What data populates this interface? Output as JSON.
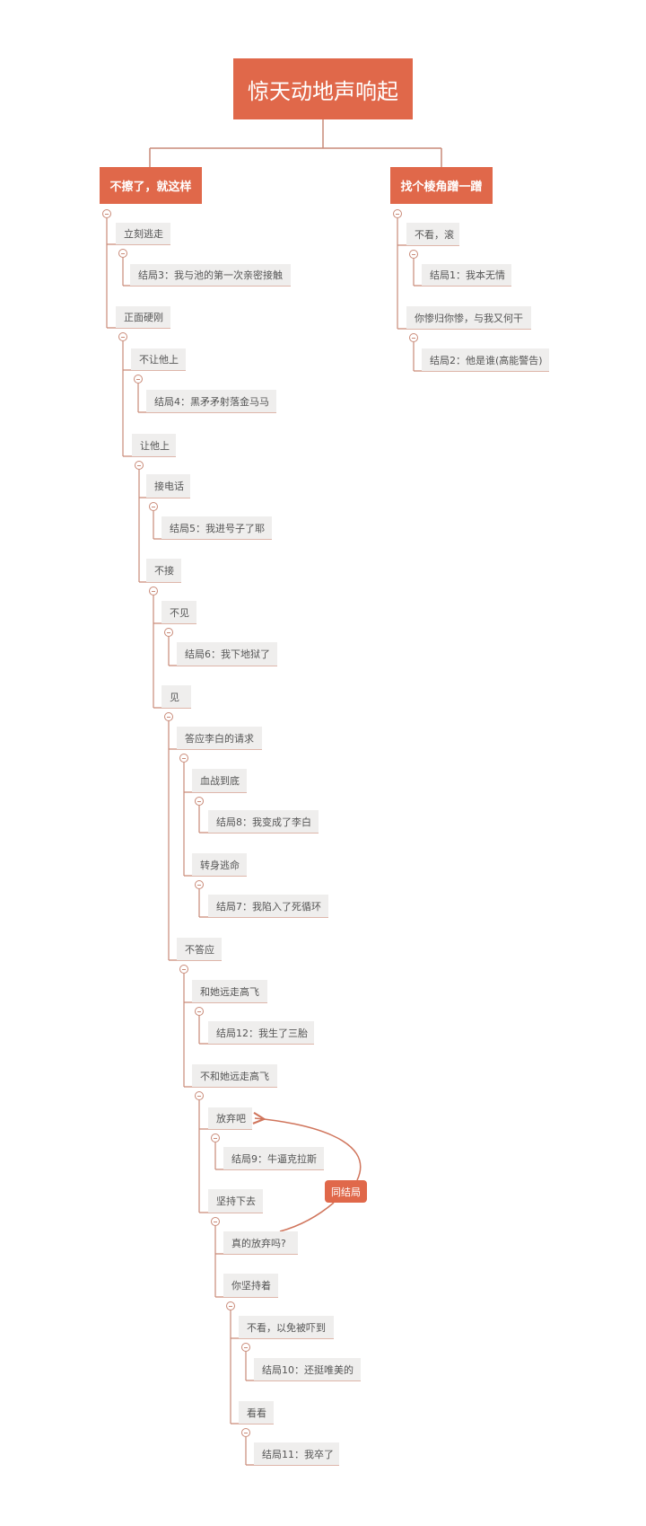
{
  "root": "惊天动地声响起",
  "left_branch": {
    "label": "不擦了，就这样",
    "nodes": [
      "立刻逃走",
      "结局3：我与池的第一次亲密接触",
      "正面硬刚",
      "不让他上",
      "结局4：黑矛矛射落金马马",
      "让他上",
      "接电话",
      "结局5：我进号子了耶",
      "不接",
      "不见",
      "结局6：我下地狱了",
      "见",
      "答应李白的请求",
      "血战到底",
      "结局8：我变成了李白",
      "转身逃命",
      "结局7：我陷入了死循环",
      "不答应",
      "和她远走高飞",
      "结局12：我生了三胎",
      "不和她远走高飞",
      "放弃吧",
      "结局9：牛逼克拉斯",
      "坚持下去",
      "真的放弃吗?",
      "你坚持着",
      "不看，以免被吓到",
      "结局10：还挺唯美的",
      "看看",
      "结局11：我卒了"
    ]
  },
  "right_branch": {
    "label": "找个棱角蹭一蹭",
    "nodes": [
      "不看，滚",
      "结局1：我本无情",
      "你惨归你惨，与我又何干",
      "结局2：他是谁(高能警告)"
    ]
  },
  "callout": "同结局",
  "colors": {
    "accent": "#e0684a",
    "line": "#c98a78",
    "node_bg": "#efeeed"
  }
}
